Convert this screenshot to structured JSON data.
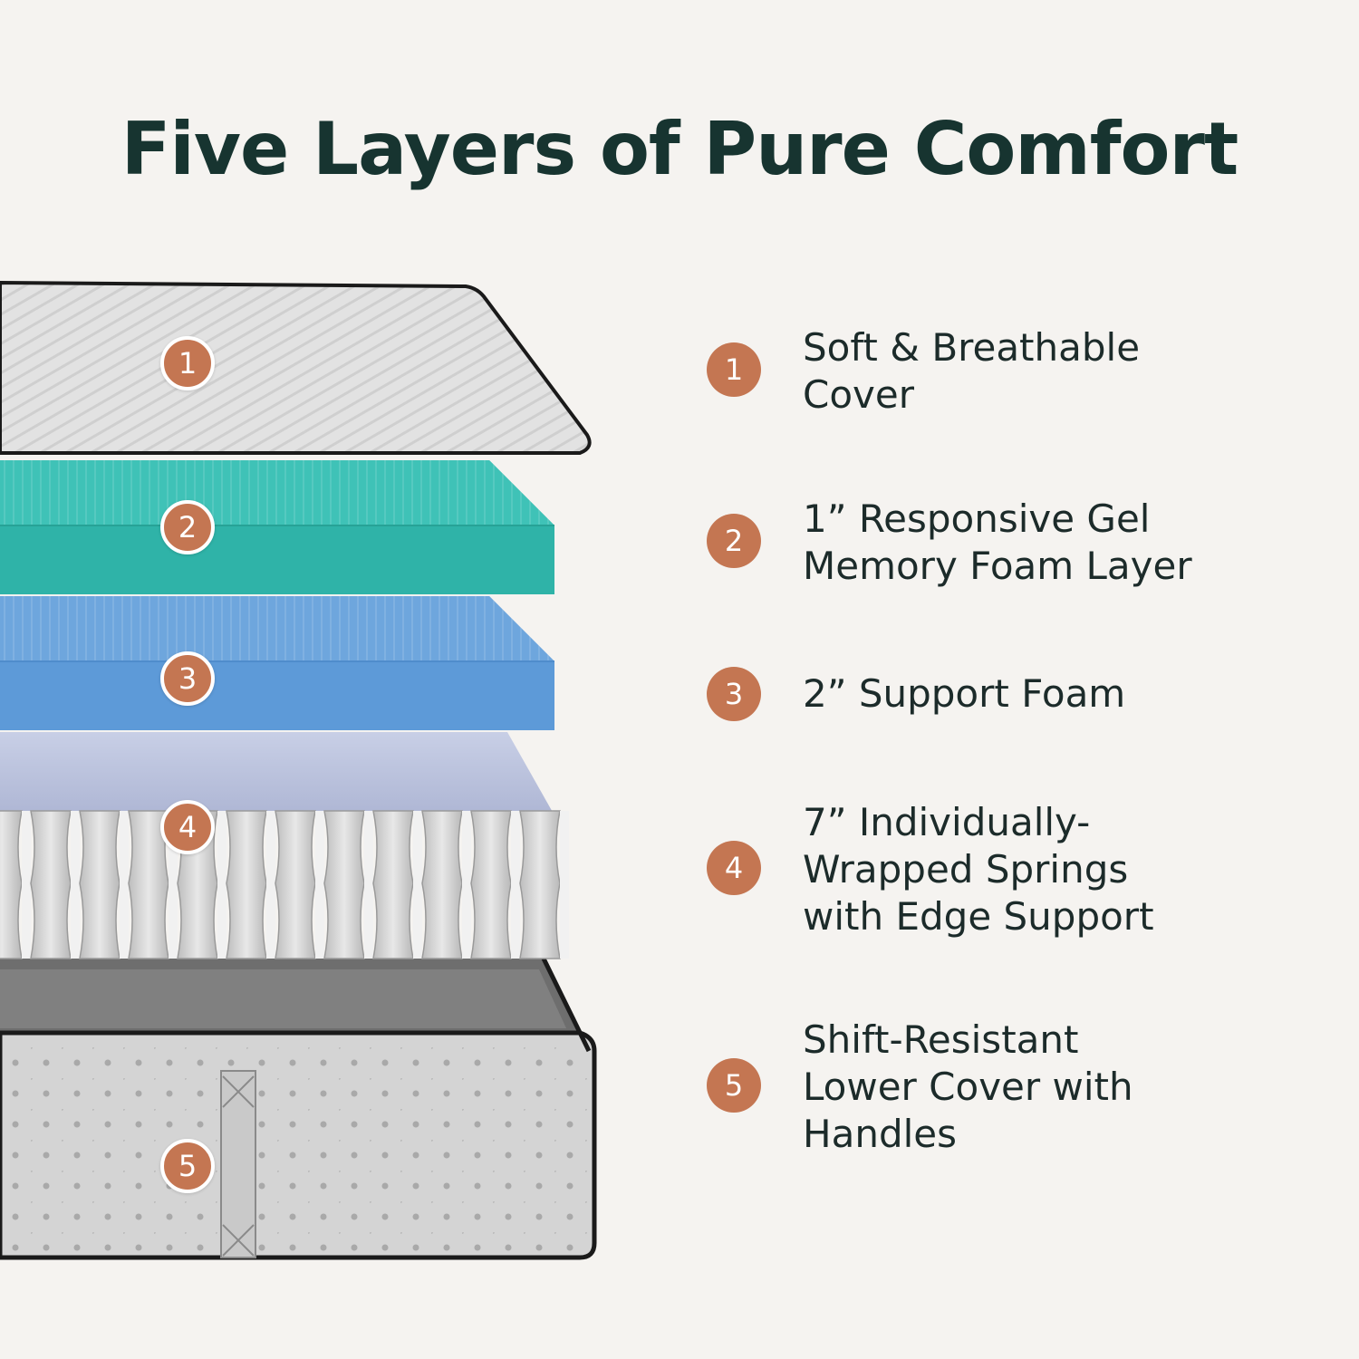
{
  "title": "Five Layers of Pure Comfort",
  "colors": {
    "accent": "#c47652",
    "title": "#173430",
    "background": "#f5f3f0",
    "gel_layer": "#3fbfb5",
    "support_foam": "#5d9ad8",
    "cover": "#e4e4e4"
  },
  "layers": [
    {
      "number": "1",
      "lines": [
        "Soft & Breathable",
        "Cover"
      ]
    },
    {
      "number": "2",
      "lines": [
        "1” Responsive Gel",
        "Memory Foam Layer"
      ]
    },
    {
      "number": "3",
      "lines": [
        "2” Support Foam"
      ]
    },
    {
      "number": "4",
      "lines": [
        "7” Individually-",
        "Wrapped Springs",
        "with Edge Support"
      ]
    },
    {
      "number": "5",
      "lines": [
        "Shift-Resistant",
        "Lower Cover with",
        "Handles"
      ]
    }
  ]
}
